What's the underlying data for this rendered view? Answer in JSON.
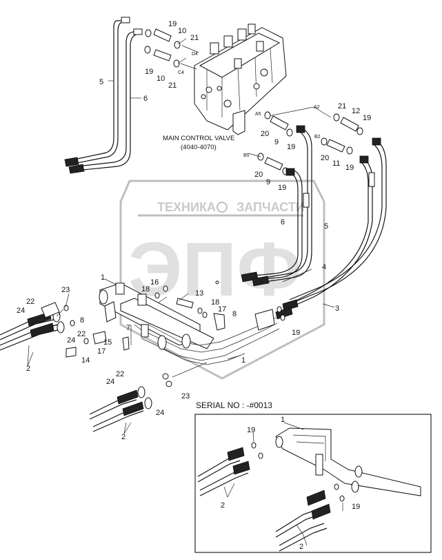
{
  "main_label": {
    "line1": "MAIN CONTROL VALVE",
    "line2": "(4040-4070)"
  },
  "serial_label": "SERIAL NO : -#0013",
  "watermark": {
    "text_left": "ТЕХНИКА",
    "text_right": "ЗАПЧАСТИ",
    "logo": "ЭПФ"
  },
  "port_labels": [
    "D4",
    "C4",
    "A2",
    "A5",
    "B2",
    "B5"
  ],
  "callouts": {
    "n1a": "1",
    "n1b": "1",
    "n1c": "1",
    "n2a": "2",
    "n2b": "2",
    "n2c": "2",
    "n2d": "2",
    "n3": "3",
    "n4": "4",
    "n5a": "5",
    "n5b": "5",
    "n6a": "6",
    "n6b": "6",
    "n7": "7",
    "n8a": "8",
    "n8b": "8",
    "n9a": "9",
    "n9b": "9",
    "n10a": "10",
    "n10b": "10",
    "n11": "11",
    "n12": "12",
    "n13": "13",
    "n14": "14",
    "n15": "15",
    "n16": "16",
    "n17a": "17",
    "n17b": "17",
    "n18a": "18",
    "n18b": "18",
    "n19a": "19",
    "n19b": "19",
    "n19c": "19",
    "n19d": "19",
    "n19e": "19",
    "n19f": "19",
    "n19g": "19",
    "n19h": "19",
    "n19i": "19",
    "n20a": "20",
    "n20b": "20",
    "n20c": "20",
    "n21a": "21",
    "n21b": "21",
    "n21c": "21",
    "n22a": "22",
    "n22b": "22",
    "n22c": "22",
    "n23a": "23",
    "n23b": "23",
    "n24a": "24",
    "n24b": "24",
    "n24c": "24",
    "n24d": "24"
  }
}
